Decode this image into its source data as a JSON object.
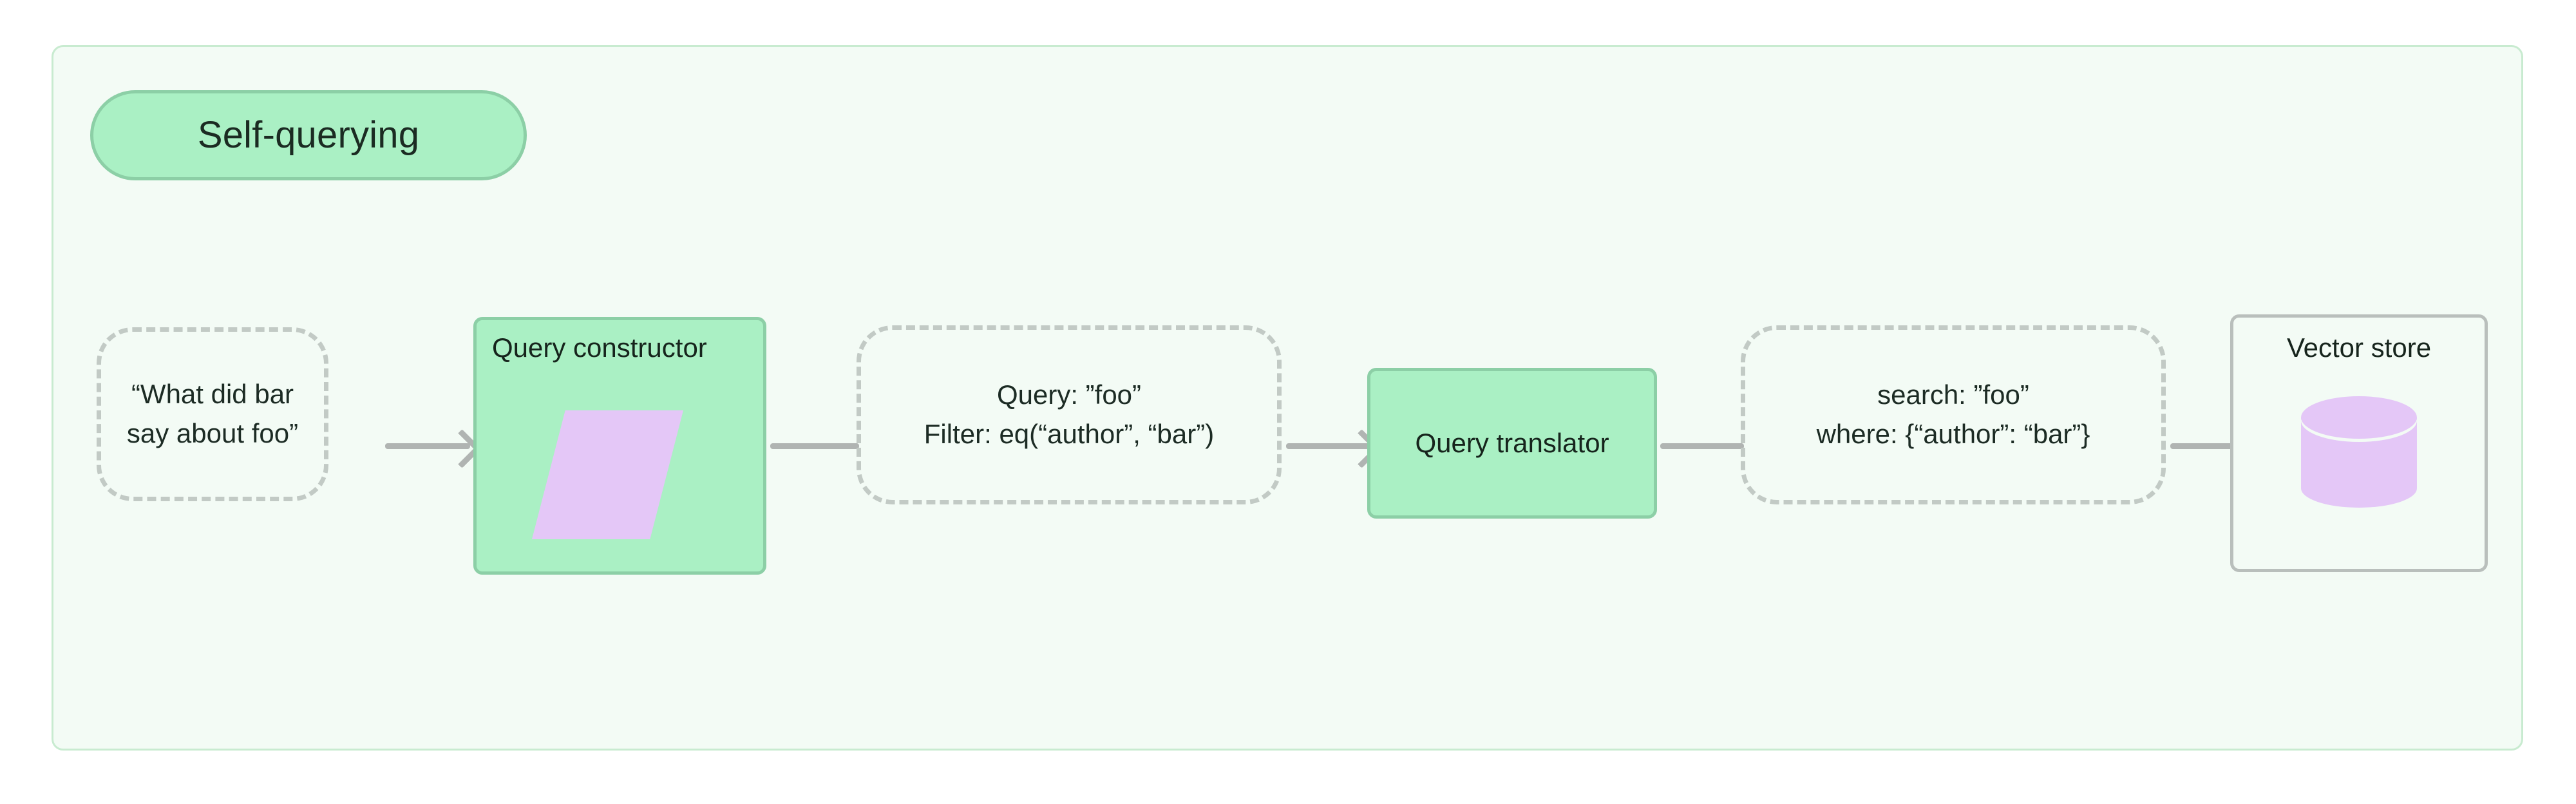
{
  "diagram": {
    "title": "Self-querying",
    "background_color": "#f3fbf5",
    "accent_color": "#aaf0c4",
    "icon_color": "#e4c7f7",
    "edge_color": "#b0b4b2"
  },
  "nodes": [
    {
      "id": "user-question",
      "kind": "dashed",
      "lines": [
        "“What did bar",
        "say about foo”"
      ]
    },
    {
      "id": "query-constructor",
      "kind": "green",
      "label": "Query constructor",
      "icon": "llm-parallelogram-icon"
    },
    {
      "id": "structured-query",
      "kind": "dashed",
      "lines": [
        "Query: ”foo”",
        "Filter: eq(“author”, “bar”)"
      ]
    },
    {
      "id": "query-translator",
      "kind": "green",
      "label": "Query translator"
    },
    {
      "id": "native-query",
      "kind": "dashed",
      "lines": [
        "search: ”foo”",
        "where: {“author”: “bar”}"
      ]
    },
    {
      "id": "vector-store",
      "kind": "store",
      "label": "Vector store",
      "icon": "database-cylinder-icon"
    }
  ],
  "edges": [
    {
      "from": "user-question",
      "to": "query-constructor",
      "arrow": true
    },
    {
      "from": "query-constructor",
      "to": "structured-query",
      "arrow": false
    },
    {
      "from": "structured-query",
      "to": "query-translator",
      "arrow": true
    },
    {
      "from": "query-translator",
      "to": "native-query",
      "arrow": false
    },
    {
      "from": "native-query",
      "to": "vector-store",
      "arrow": true
    }
  ]
}
